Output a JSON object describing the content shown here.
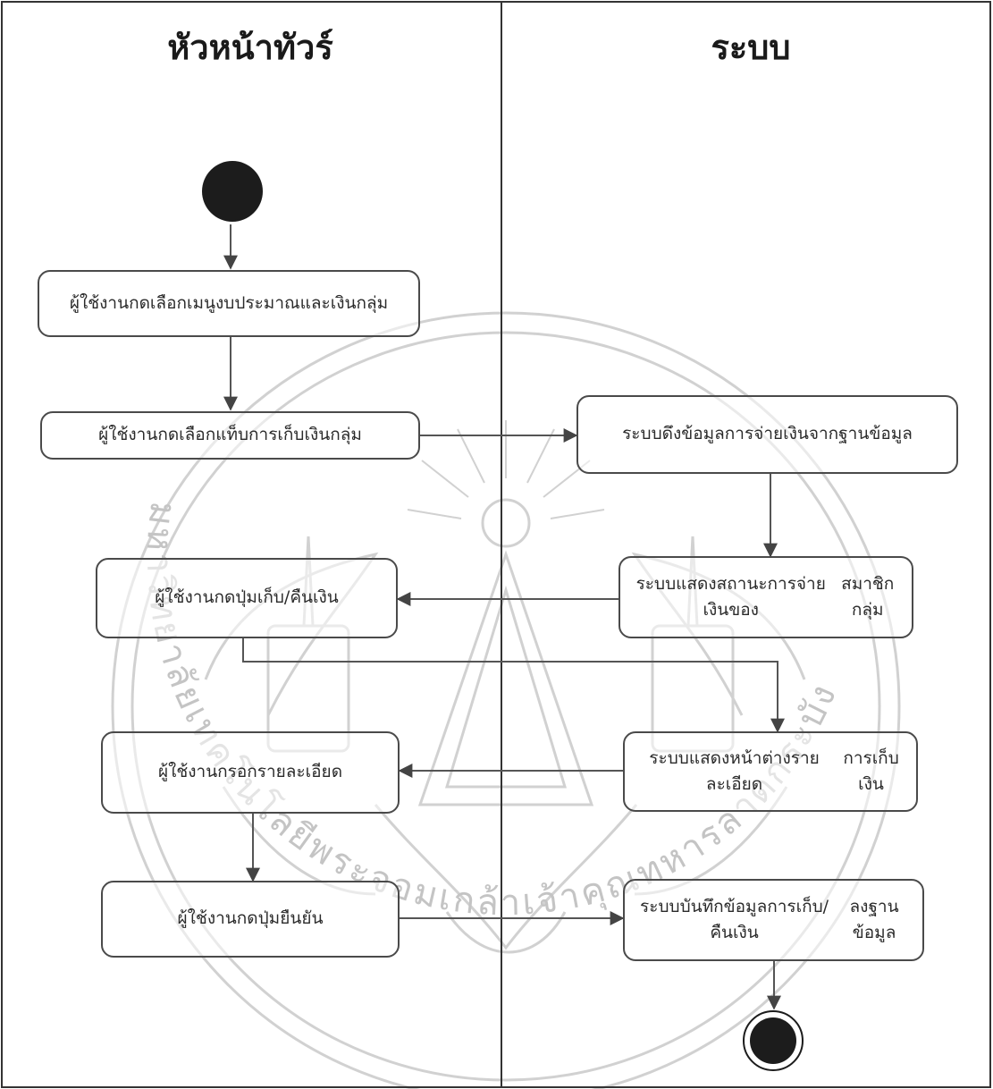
{
  "swimlanes": [
    {
      "id": "leader",
      "title": "หัวหน้าทัวร์"
    },
    {
      "id": "system",
      "title": "ระบบ"
    }
  ],
  "activities": {
    "a1": "ผู้ใช้งานกดเลือกเมนูงบประมาณและเงินกลุ่ม",
    "a2": "ผู้ใช้งานกดเลือกแท็บการเก็บเงินกลุ่ม",
    "a3": "ระบบดึงข้อมูลการจ่ายเงินจากฐานข้อมูล",
    "a4": "ผู้ใช้งานกดปุ่มเก็บ/คืนเงิน",
    "a5_line1": "ระบบแสดงสถานะการจ่ายเงินของ",
    "a5_line2": "สมาชิกกลุ่ม",
    "a6": "ผู้ใช้งานกรอกรายละเอียด",
    "a7_line1": "ระบบแสดงหน้าต่างรายละเอียด",
    "a7_line2": "การเก็บเงิน",
    "a8": "ผู้ใช้งานกดปุ่มยืนยัน",
    "a9_line1": "ระบบบันทึกข้อมูลการเก็บ/คืนเงิน",
    "a9_line2": "ลงฐานข้อมูล"
  },
  "watermark": {
    "text": "มหาวิทยาลัยเทคโนโลยีพระจอมเกล้าเจ้าคุณทหารลาดกระบัง"
  }
}
